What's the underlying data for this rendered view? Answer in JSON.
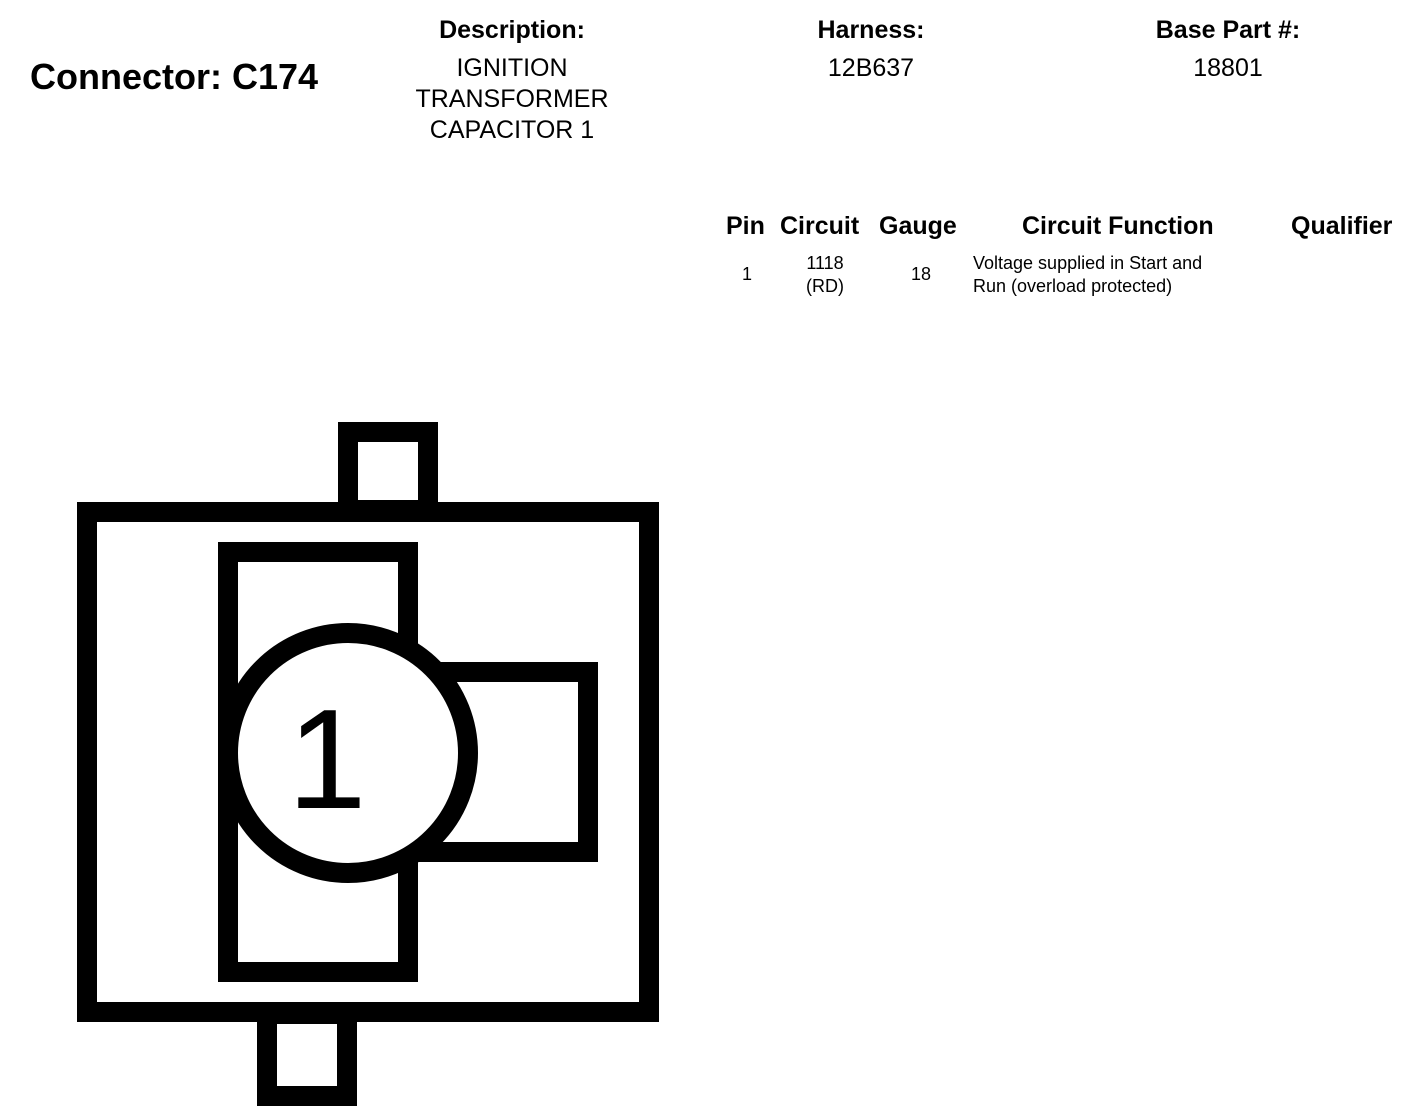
{
  "connector": {
    "title": "Connector: C174"
  },
  "header": {
    "description_label": "Description:",
    "description_lines": [
      "IGNITION",
      "TRANSFORMER",
      "CAPACITOR 1"
    ],
    "harness_label": "Harness:",
    "harness_value": "12B637",
    "base_part_label": "Base Part #:",
    "base_part_value": "18801"
  },
  "pin_table": {
    "columns": {
      "pin": "Pin",
      "circuit": "Circuit",
      "gauge": "Gauge",
      "function": "Circuit Function",
      "qualifier": "Qualifier"
    },
    "rows": [
      {
        "pin": "1",
        "circuit_number": "1118",
        "circuit_color": "(RD)",
        "gauge": "18",
        "function_line1": "Voltage supplied in Start and",
        "function_line2": "Run (overload protected)",
        "qualifier": ""
      }
    ]
  },
  "diagram": {
    "pin_label": "1"
  }
}
